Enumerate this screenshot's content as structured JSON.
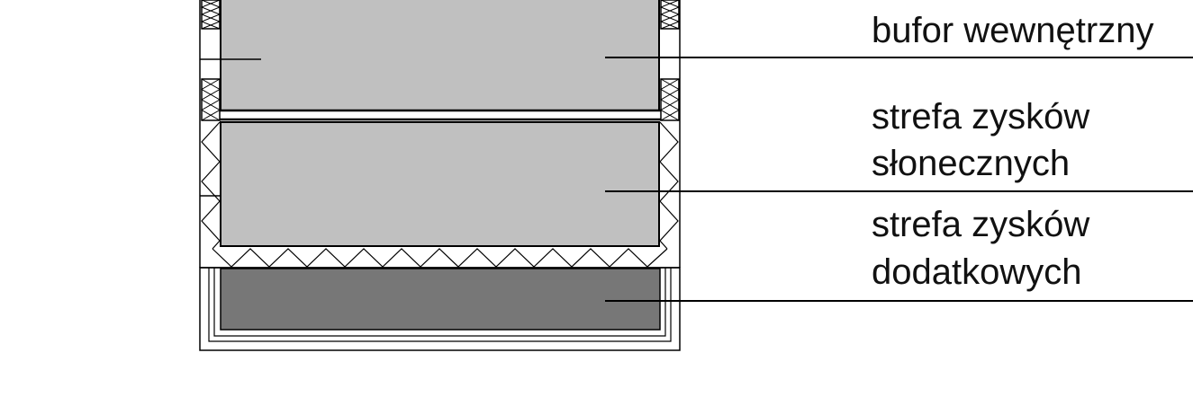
{
  "labels": {
    "inner_buffer": "bufor wewnętrzny",
    "solar_gain_line1": "strefa zysków",
    "solar_gain_line2": "słonecznych",
    "additional_gain_line1": "strefa zysków",
    "additional_gain_line2": "dodatkowych"
  },
  "colors": {
    "zone_light": "#c0c0c0",
    "zone_dark": "#777777",
    "line": "#000000",
    "background": "#ffffff"
  }
}
